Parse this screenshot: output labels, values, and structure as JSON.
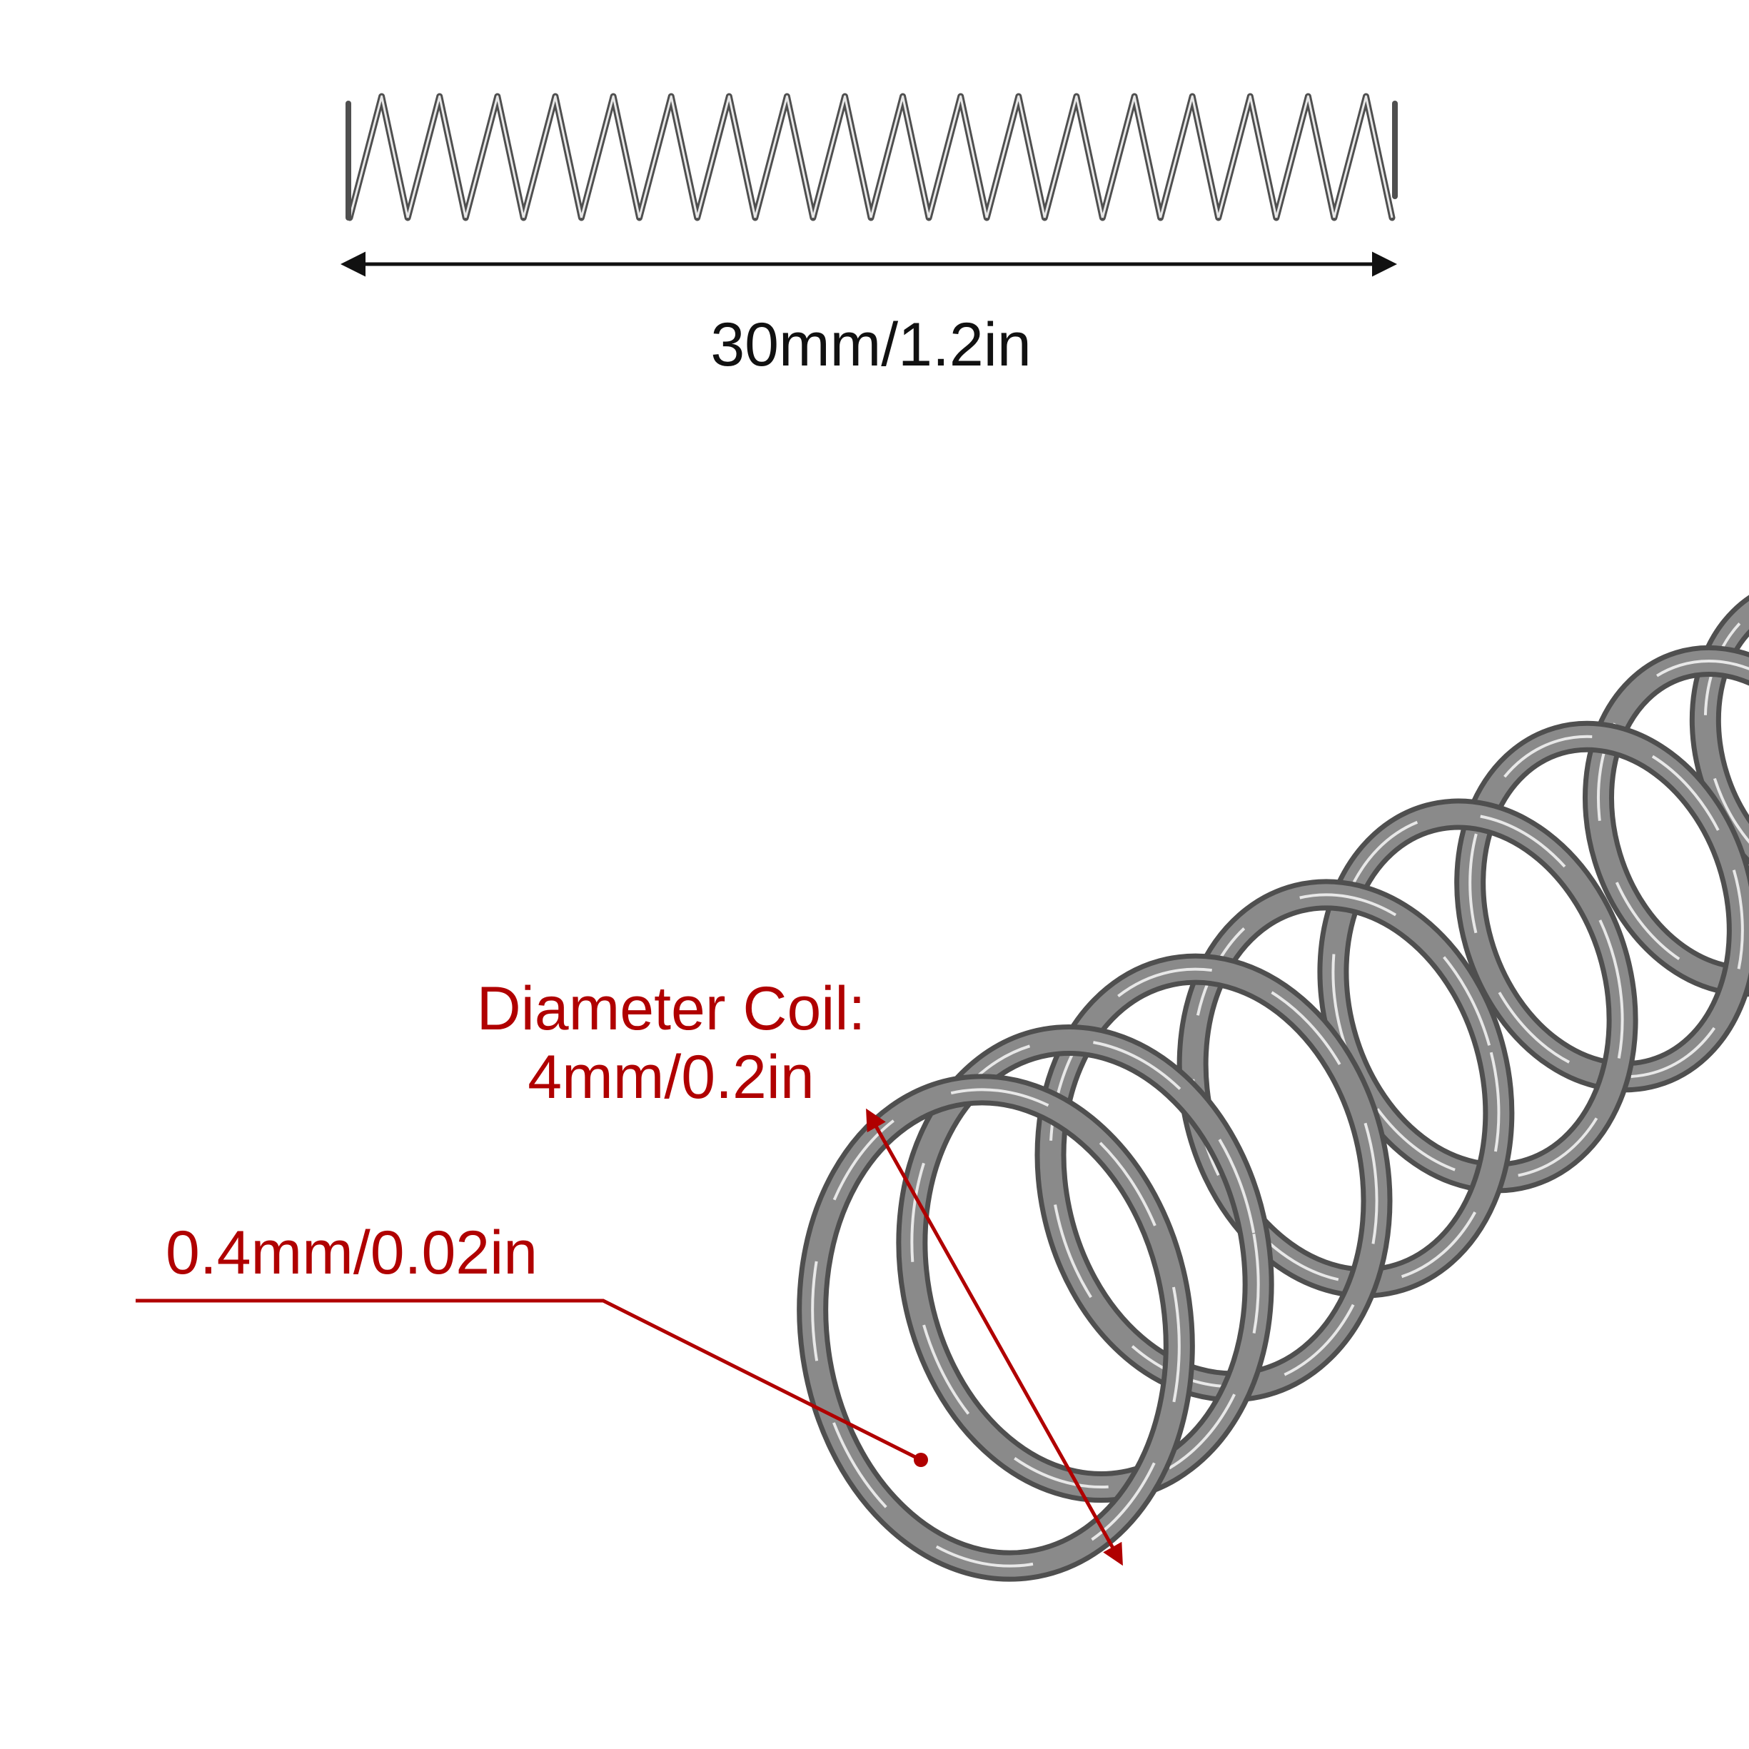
{
  "dimensions": {
    "length": "30mm/1.2in",
    "coil_diameter_title": "Diameter Coil:",
    "coil_diameter_value": "4mm/0.2in",
    "wire_diameter": "0.4mm/0.02in"
  },
  "colors": {
    "background": "#ffffff",
    "length_text": "#111111",
    "annotation": "#b00000",
    "spring_steel": "#8a8a8a",
    "spring_steel_dark": "#4f4f4f",
    "spring_highlight": "#e8e8e8"
  },
  "icons": {
    "length_arrow": "double-arrow-horizontal",
    "diameter_arrow": "double-arrow-diagonal",
    "leader": "leader-line-with-dot"
  }
}
